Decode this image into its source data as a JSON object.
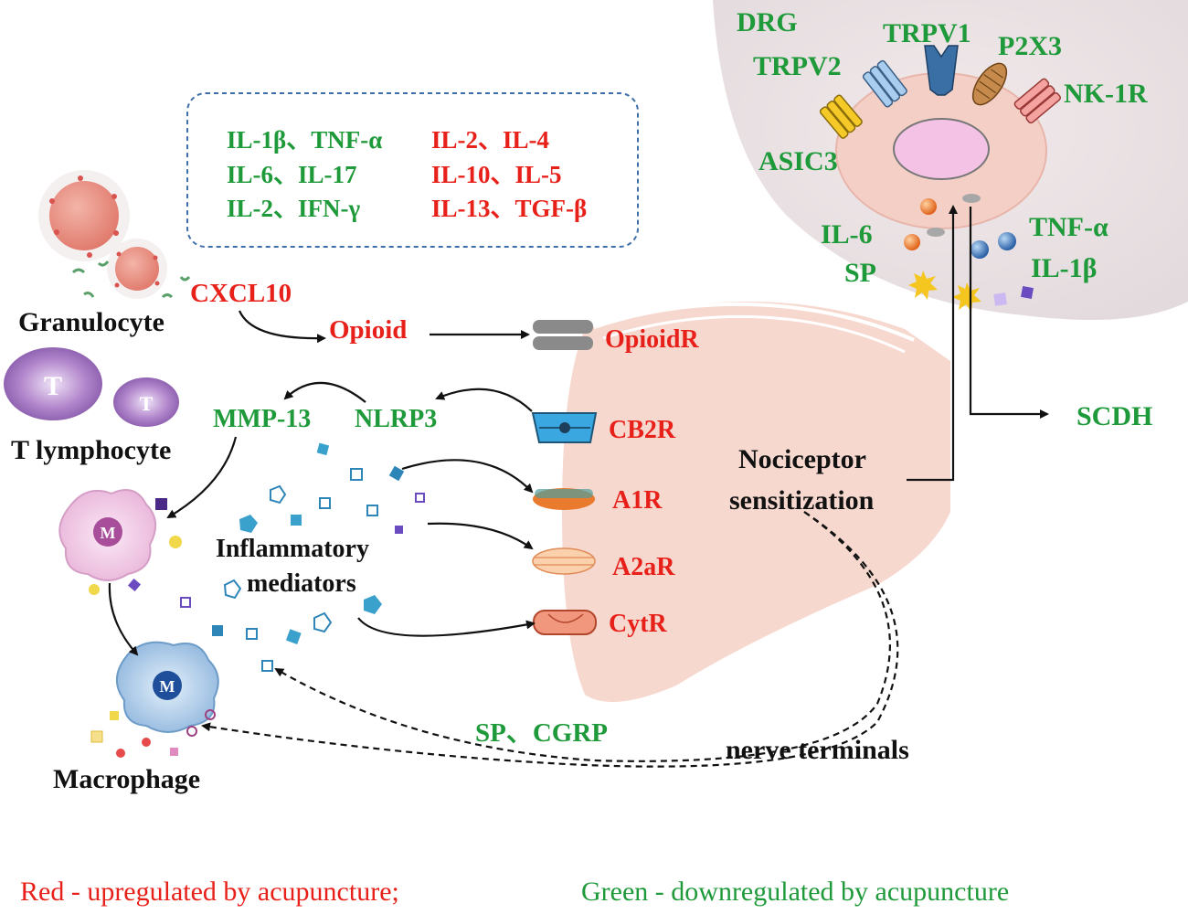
{
  "colors": {
    "upregulated": "#e8201a",
    "downregulated": "#1f9a3a",
    "text": "#111111",
    "neuron_fill": "#f6d8cf",
    "box_border": "#3f6fa8"
  },
  "drg": {
    "title": "DRG",
    "channels": {
      "trpv1": "TRPV1",
      "trpv2": "TRPV2",
      "p2x3": "P2X3",
      "nk1r": "NK-1R",
      "asic3": "ASIC3"
    },
    "release_left": {
      "il6": "IL-6",
      "sp": "SP"
    },
    "release_right": {
      "tnfa": "TNF-α",
      "il1b": "IL-1β"
    }
  },
  "cytokine_box": {
    "down": [
      "IL-1β、TNF-α",
      "IL-6、IL-17",
      "IL-2、IFN-γ"
    ],
    "up": [
      "IL-2、IL-4",
      "IL-10、IL-5",
      "IL-13、TGF-β"
    ]
  },
  "cells": {
    "granulocyte": "Granulocyte",
    "t_lymphocyte": "T lymphocyte",
    "t_symbol": "T",
    "m_symbol": "M",
    "macrophage": "Macrophage"
  },
  "pathway": {
    "cxcl10": "CXCL10",
    "opioid": "Opioid",
    "mmp13": "MMP-13",
    "nlrp3": "NLRP3",
    "mediators": [
      "Inflammatory",
      "mediators"
    ]
  },
  "receptors": {
    "opioidr": "OpioidR",
    "cb2r": "CB2R",
    "a1r": "A1R",
    "a2ar": "A2aR",
    "cytr": "CytR"
  },
  "nociceptor": [
    "Nociceptor",
    "sensitization"
  ],
  "scdh": "SCDH",
  "sp_cgrp": "SP、CGRP",
  "nerve_terminals": "nerve terminals",
  "legend": {
    "red": "Red - upregulated by acupuncture;",
    "green": "Green - downregulated by acupuncture"
  }
}
